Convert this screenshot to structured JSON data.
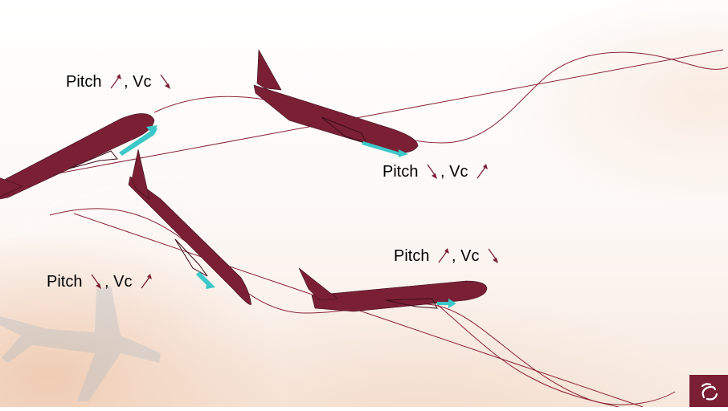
{
  "labels": [
    {
      "id": "label-top-left",
      "pitch_text": "Pitch",
      "pitch_trend": "up",
      "separator": ",",
      "vc_text": "Vc",
      "vc_trend": "down"
    },
    {
      "id": "label-top-right",
      "pitch_text": "Pitch",
      "pitch_trend": "down",
      "separator": ",",
      "vc_text": "Vc",
      "vc_trend": "up"
    },
    {
      "id": "label-bottom-right",
      "pitch_text": "Pitch",
      "pitch_trend": "up",
      "separator": ",",
      "vc_text": "Vc",
      "vc_trend": "down"
    },
    {
      "id": "label-bottom-left",
      "pitch_text": "Pitch",
      "pitch_trend": "down",
      "separator": ",",
      "vc_text": "Vc",
      "vc_trend": "up"
    }
  ],
  "colors": {
    "aircraft": "#7b1f35",
    "aircraft_outline": "#3a0d18",
    "trajectory": "#8a2336",
    "velocity_vector": "#3cc8c8",
    "trend_arrow": "#7b1f35",
    "logo": "#7b1f35"
  },
  "icons": {
    "trend_up": "arrow-up-right-icon",
    "trend_down": "arrow-down-right-icon",
    "logo": "company-swirl-logo-icon"
  }
}
